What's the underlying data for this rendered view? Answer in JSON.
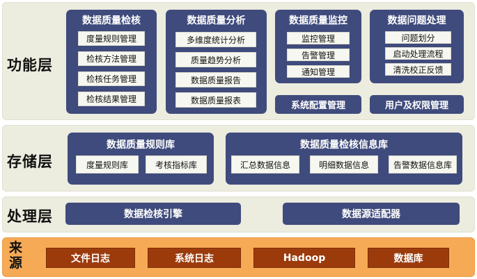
{
  "layers": {
    "function": "功能层",
    "storage": "存储层",
    "processing": "处理层",
    "source": "来源"
  },
  "function_panels": [
    {
      "title": "数据质量检核",
      "items": [
        "度量规则管理",
        "检核方法管理",
        "检核任务管理",
        "检核结果管理"
      ]
    },
    {
      "title": "数据质量分析",
      "items": [
        "多维度统计分析",
        "质量趋势分析",
        "数据质量报告",
        "数据质量报表"
      ]
    },
    {
      "title": "数据质量监控",
      "items": [
        "监控管理",
        "告警管理",
        "通知管理"
      ]
    },
    {
      "title": "数据问题处理",
      "items": [
        "问题划分",
        "启动处理流程",
        "清洗校正反馈"
      ]
    }
  ],
  "function_bars": [
    "系统配置管理",
    "用户及权限管理"
  ],
  "storage_panels": [
    {
      "title": "数据质量规则库",
      "items": [
        "度量规则库",
        "考核指标库"
      ]
    },
    {
      "title": "数据质量检核信息库",
      "items": [
        "汇总数据信息",
        "明细数据信息",
        "告警数据信息库"
      ]
    }
  ],
  "processing_bars": [
    "数据检核引擎",
    "数据源适配器"
  ],
  "sources": [
    "文件日志",
    "系统日志",
    "Hadoop",
    "数据库"
  ],
  "colors": {
    "panel": "#3f4b7c",
    "layer_gray": "#ececdf",
    "layer_orange": "#f6aa55",
    "source_box": "#9b3b0c"
  }
}
